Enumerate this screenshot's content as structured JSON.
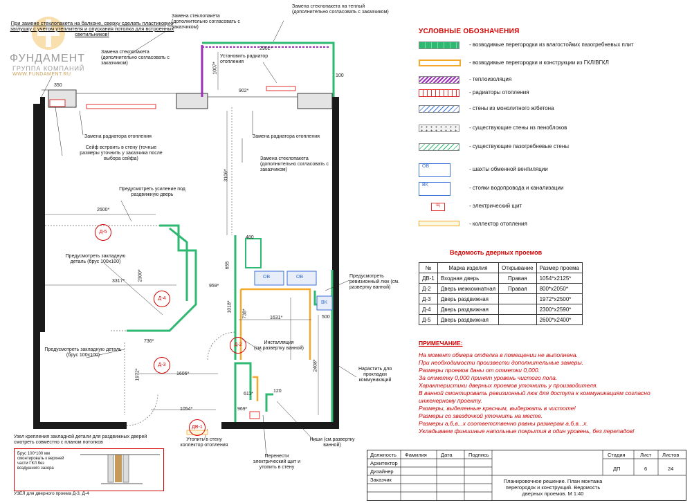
{
  "logo": {
    "name": "ФУНДАМЕНТ",
    "sub": "ГРУППА КОМПАНИЙ",
    "site": "WWW.FUNDAMENT.RU"
  },
  "notes": {
    "balcony_red": "При замене стеклопакета на балконе, сверху сделать пластиковую заглушку с учетом утеплителя и опускания потолка для встроенных светильников!",
    "glass_top": "Замена стеклопакета (дополнительно согласовать с заказчиком)",
    "warm_glass": "Замена стеклопакета на теплый (дополнительно согласовать с заказчиком)",
    "install_radiator": "Установить радиатор отопления",
    "glass_left": "Замена стеклопакета (дополнительно согласовать с заказчиком)",
    "radiator_left": "Замена радиатора отопления",
    "radiator_right": "Замена радиатора отопления",
    "safe": "Сейф встроить в стену (точные размеры уточнить у заказчика после выбора сейфа)",
    "glass_right": "Замена стеклопакета (дополнительно согласовать с заказчиком)",
    "reinforce": "Предусмотреть усиление под раздвижную дверь",
    "embed1": "Предусмотреть закладную деталь (брус 100х100)",
    "embed2": "Предусмотреть закладную деталь (брус 100х100)",
    "hatch": "Предусмотреть ревизионный люк (см. развертку ванной)",
    "install": "Инсталляция (см.развертку ванной)",
    "extend": "Нарастить для прокладки коммуникаций",
    "niche": "Ниши (см.развертку ванной)",
    "shield": "Перенести электрический щит и утопить в стену",
    "collector": "Утопить в стену коллектор отопления",
    "node_red": "Узел крепления закладной детали для раздвижных дверей смотреть совместно с планом потолков",
    "node_caption": "УЗЕЛ для дверного проема Д-3, Д-4",
    "node_detail": "Брус 100*100 мм смонтировать к верхней части ГКЛ без воздушного зазора"
  },
  "dims": {
    "d350": "350",
    "d2901": "2901*",
    "d1007": "1007*",
    "d902": "902*",
    "d100a": "100",
    "d3106": "3106*",
    "d2600": "2600*",
    "d3317": "3317*",
    "d2300": "2300*",
    "d480": "480",
    "d655": "655",
    "d1018": "1018*",
    "d1631": "1631*",
    "d738": "738*",
    "d500": "500",
    "d2408": "2408*",
    "d1606": "1606*",
    "d1972": "1972*",
    "d1054": "1054*",
    "d969": "969*",
    "d611": "611*",
    "d120": "120",
    "d959": "959*",
    "d736": "736*"
  },
  "markers": {
    "d5": "Д-5",
    "d4": "Д-4",
    "d3": "Д-3",
    "d2": "Д-2",
    "dv1": "ДВ-1"
  },
  "vent": {
    "ov1": "ОВ",
    "ov2": "ОВ",
    "vk": "ВК"
  },
  "legend": {
    "title": "УСЛОВНЫЕ ОБОЗНАЧЕНИЯ",
    "items": [
      {
        "text": "- возводимые перегородки из влагостойких пазогребневых плит",
        "color": "#2eb872"
      },
      {
        "text": "- возводимые перегородки и конструкции из ГКЛ/ВГКЛ",
        "color": "#f4a92b"
      },
      {
        "text": "- теплоизоляция",
        "color": "#9b2db8"
      },
      {
        "text": "- радиаторы отопления",
        "color": "#e03030"
      },
      {
        "text": "- стены из монолитного ж/бетона",
        "color": "#3a6fd8"
      },
      {
        "text": "- существующие стены из пеноблоков",
        "color": "#777777"
      },
      {
        "text": "- существующие пазогребневые стены",
        "color": "#2eb872"
      },
      {
        "text": "- шахты обменной вентиляции",
        "label": "ОВ"
      },
      {
        "text": "- стояки водопровода и канализации",
        "label": "ВК"
      },
      {
        "text": "- электрический щит",
        "label": "Щ"
      },
      {
        "text": "- коллектор отопления",
        "label": ""
      }
    ]
  },
  "doors": {
    "title": "Ведомость дверных проемов",
    "headers": [
      "№",
      "Марка изделия",
      "Открывание",
      "Размер проема"
    ],
    "rows": [
      [
        "ДВ-1",
        "Входная дверь",
        "Правая",
        "1054*х2125*"
      ],
      [
        "Д-2",
        "Дверь межкомнатная",
        "Правая",
        "800*х2050*"
      ],
      [
        "Д-3",
        "Дверь раздвижная",
        "",
        "1972*х2500*"
      ],
      [
        "Д-4",
        "Дверь раздвижная",
        "",
        "2300*х2590*"
      ],
      [
        "Д-5",
        "Дверь раздвижная",
        "",
        "2600*х2400*"
      ]
    ]
  },
  "remarks": {
    "title": "ПРИМЕЧАНИЕ:",
    "lines": [
      "На момент обмера отделка в помещении не выполнена.",
      "При необходимости произвести дополнительные замеры.",
      "Размеры проемов даны от отметки 0,000.",
      "За отметку 0,000 принят уровень чистого пола.",
      "Характеристики дверных проемов уточнить у производителя.",
      "В ванной смонтировать ревизионный люк для доступа к коммуникациям согласно инженерному проекту.",
      "Размеры, выделенные красным, выдержать в чистоте!",
      "Размеры со звездочкой уточнить на месте.",
      "Размеры а,б,в...х соответственно равны размерам а,б,в...х.",
      "Укладываем финишные напольные покрытия в один уровень, без перепадов!"
    ]
  },
  "stamp": {
    "h_role": "Должность",
    "h_name": "Фамилия",
    "h_date": "Дата",
    "h_sign": "Подпись",
    "r1": "Архитектор",
    "r2": "Дизайнер",
    "r3": "Заказчик",
    "h_stage": "Стадия",
    "h_sheet": "Лист",
    "h_sheets": "Листов",
    "stage": "ДП",
    "sheet": "6",
    "sheets": "24",
    "title": "Планировочное решение. План монтажа перегородок и конструкций. Ведомость дверных проемов. М 1:40"
  }
}
